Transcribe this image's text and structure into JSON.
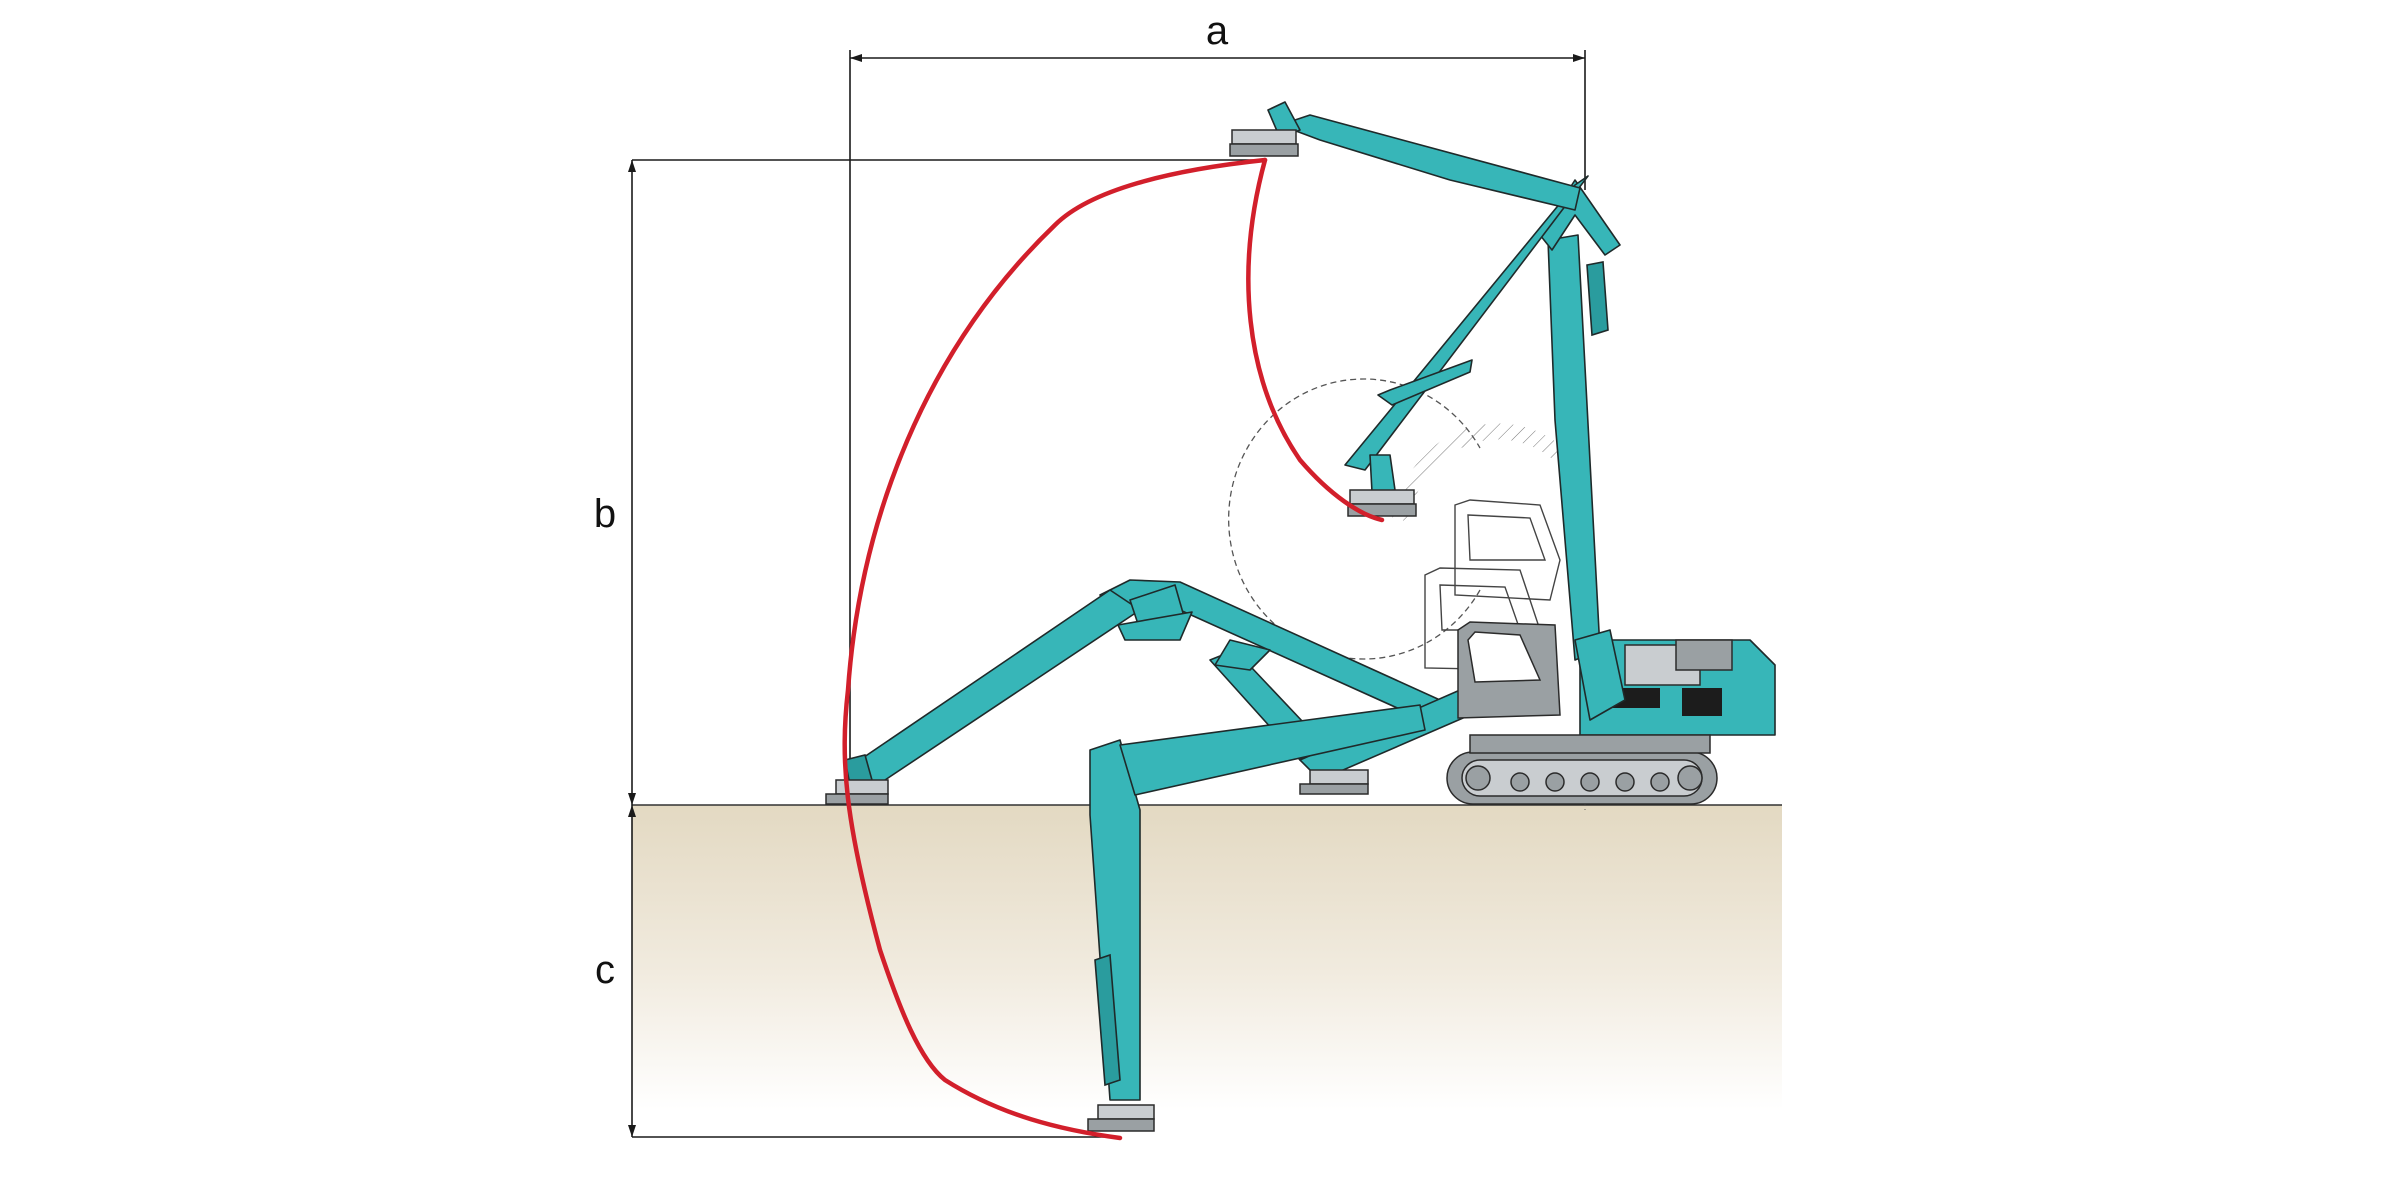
{
  "diagram": {
    "labels": {
      "a": "a",
      "b": "b",
      "c": "c"
    },
    "colors": {
      "machine": "#37b6b8",
      "reach_curve": "#d21f2b",
      "ground_top": "#e3d9c2",
      "ground_bottom": "#ffffff",
      "tracks": "#9aa0a3"
    }
  }
}
